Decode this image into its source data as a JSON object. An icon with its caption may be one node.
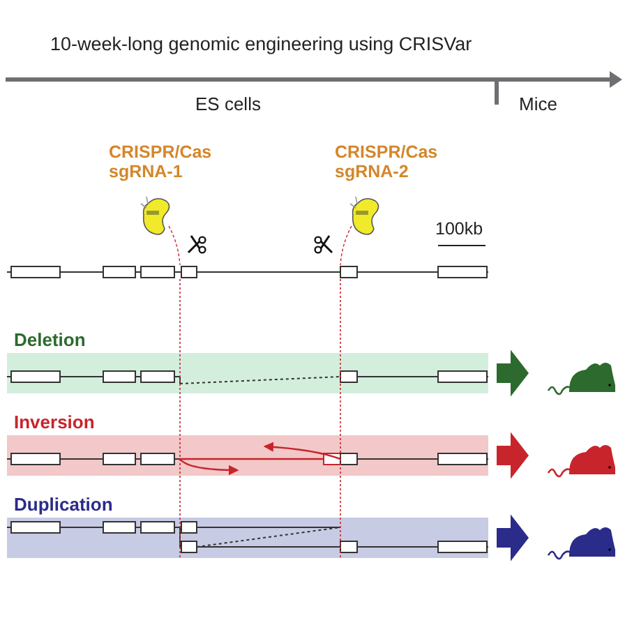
{
  "diagram": {
    "title": "10-week-long genomic engineering using CRISVar",
    "nodes": [
      {
        "text": [
          "Deletion"
        ]
      },
      {
        "text": [],
        "shape": "picture"
      },
      {
        "text": [
          "Inversion"
        ]
      },
      {
        "text": [],
        "shape": "picture"
      },
      {
        "text": [
          "Duplication"
        ]
      },
      {
        "text": [],
        "shape": "picture"
      }
    ],
    "edges": [
      {
        "from": 0,
        "to": 1,
        "arrow": "to",
        "style": "thick",
        "color": "#2d6a2d"
      },
      {
        "from": 2,
        "to": 3,
        "arrow": "to",
        "style": "thick",
        "color": "#c8242c"
      },
      {
        "from": 4,
        "to": 5,
        "arrow": "to",
        "style": "thick",
        "color": "#2b2b8a"
      }
    ],
    "labels": [
      "ES cells",
      "Mice",
      "CRISPR/Cas sgRNA-1",
      "CRISPR/Cas sgRNA-2",
      "100kb"
    ]
  }
}
